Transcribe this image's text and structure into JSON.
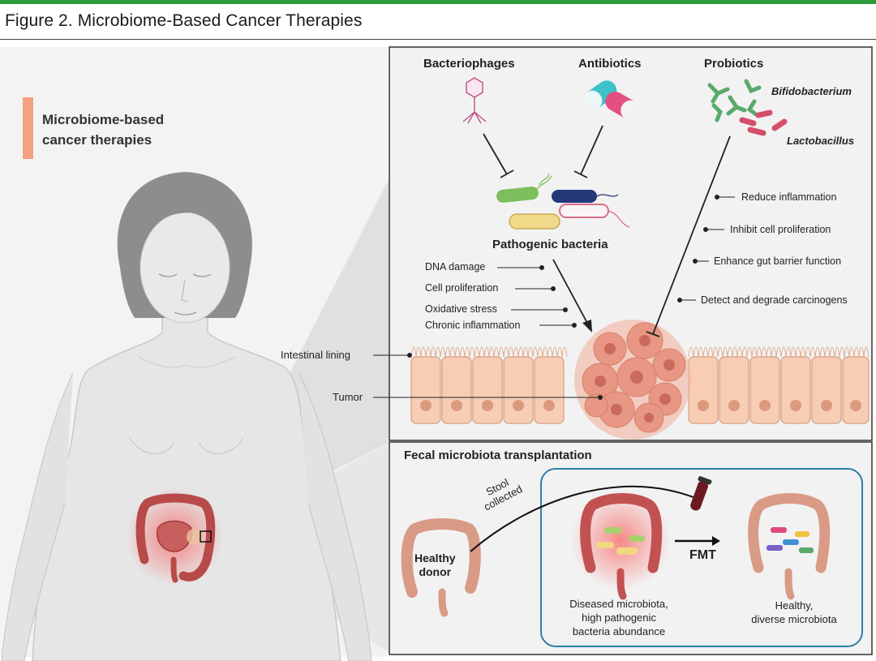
{
  "figure": {
    "title": "Figure 2. Microbiome-Based Cancer Therapies",
    "heading": "Microbiome-based\ncancer therapies",
    "accent_color": "#f4a183",
    "bar_color": "#2e9a3e"
  },
  "top_panel": {
    "therapies": {
      "bacteriophages": "Bacteriophages",
      "antibiotics": "Antibiotics",
      "probiotics": "Probiotics",
      "bifidobacterium": "Bifidobacterium",
      "lactobacillus": "Lactobacillus"
    },
    "pathogenic_bacteria": "Pathogenic bacteria",
    "pathogen_effects": [
      "DNA damage",
      "Cell proliferation",
      "Oxidative stress",
      "Chronic inflammation"
    ],
    "probiotic_effects": [
      "Reduce inflammation",
      "Inhibit cell proliferation",
      "Enhance gut barrier function",
      "Detect and degrade carcinogens"
    ],
    "intestinal_lining": "Intestinal lining",
    "tumor": "Tumor"
  },
  "bottom_panel": {
    "title": "Fecal microbiota transplantation",
    "stool": "Stool\ncollected",
    "donor": "Healthy\ndonor",
    "fmt": "FMT",
    "diseased": "Diseased microbiota,\nhigh pathogenic\nbacteria abundance",
    "healthy": "Healthy,\ndiverse microbiota",
    "frame_color": "#2a7fa8"
  }
}
